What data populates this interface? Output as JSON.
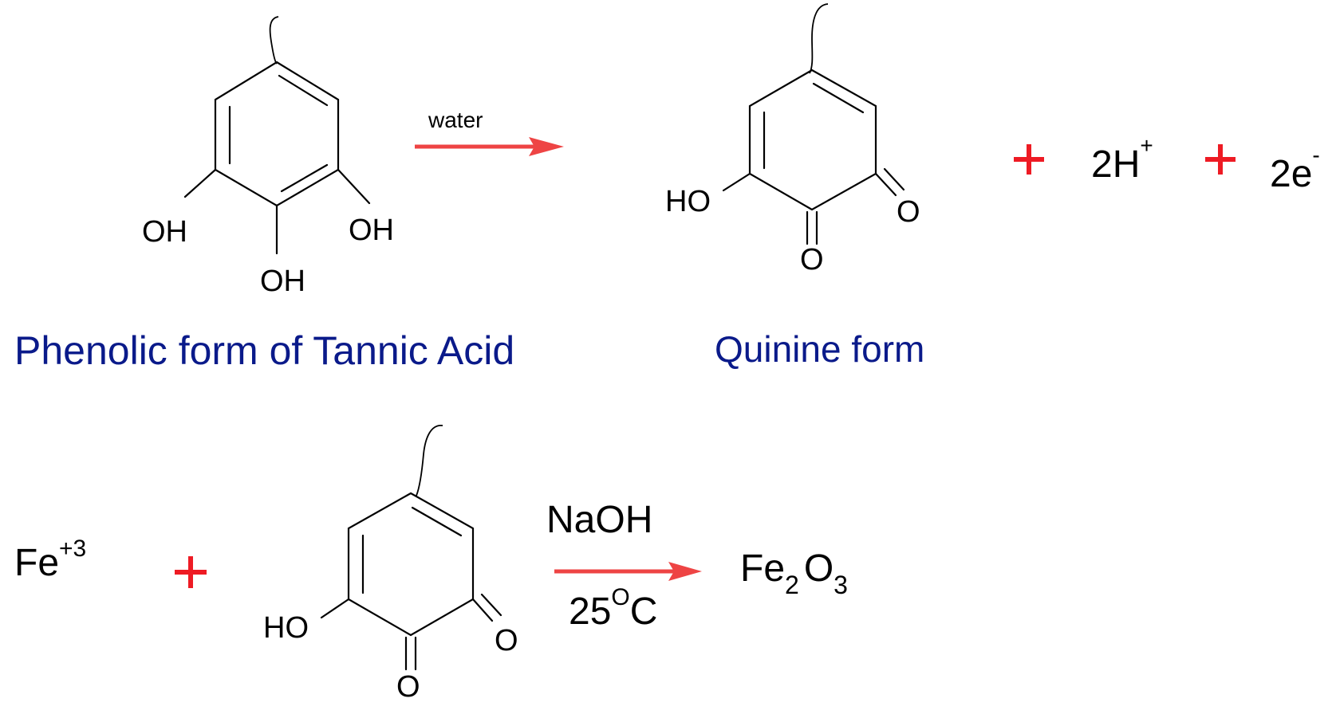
{
  "colors": {
    "arrow": "#ee4444",
    "plus": "#ee1b24",
    "caption": "#0a1a8a",
    "text": "#000000"
  },
  "reaction1": {
    "reactant_labels": {
      "oh_left": "OH",
      "oh_right": "OH",
      "oh_bottom": "OH"
    },
    "arrow_label": "water",
    "product_labels": {
      "ho": "HO",
      "o_right": "O",
      "o_bottom": "O"
    },
    "extra_products": {
      "h_coef": "2H",
      "h_sup": "+",
      "e_coef": "2e",
      "e_sup": "-"
    },
    "caption_reactant": "Phenolic form of Tannic Acid",
    "caption_product": "Quinine form"
  },
  "reaction2": {
    "iron": {
      "base": "Fe",
      "sup": "+3"
    },
    "quinone_labels": {
      "ho": "HO",
      "o_right": "O",
      "o_bottom": "O"
    },
    "reagent_top": "NaOH",
    "temperature": {
      "value": "25",
      "sup": "O",
      "unit": "C"
    },
    "product": {
      "fe": "Fe",
      "fe_sub": "2",
      "o": "O",
      "o_sub": "3"
    }
  }
}
